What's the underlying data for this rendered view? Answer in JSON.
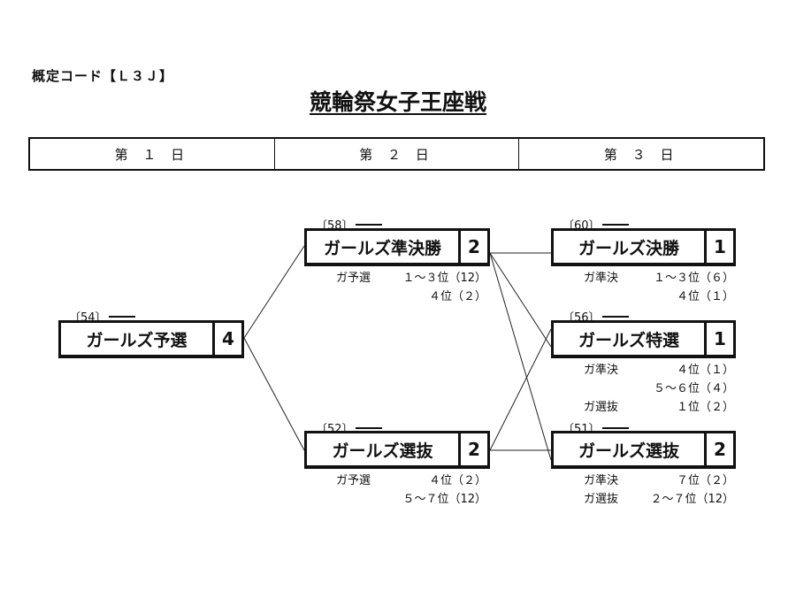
{
  "header": {
    "code": "概定コード【Ｌ３Ｊ】",
    "title": "競輪祭女子王座戦"
  },
  "days": [
    "第 １ 日",
    "第 ２ 日",
    "第 ３ 日"
  ],
  "races": {
    "r54": {
      "id": "〔54〕",
      "name": "ガールズ予選",
      "count": "4",
      "sources": []
    },
    "r58": {
      "id": "〔58〕",
      "name": "ガールズ準決勝",
      "count": "2",
      "sources": [
        {
          "from": "ガ予選",
          "place": "１～３位（12）"
        },
        {
          "from": "",
          "place": "４位（２）"
        }
      ]
    },
    "r52": {
      "id": "〔52〕",
      "name": "ガールズ選抜",
      "count": "2",
      "sources": [
        {
          "from": "ガ予選",
          "place": "４位（２）"
        },
        {
          "from": "",
          "place": "５～７位（12）"
        }
      ]
    },
    "r60": {
      "id": "〔60〕",
      "name": "ガールズ決勝",
      "count": "1",
      "sources": [
        {
          "from": "ガ準決",
          "place": "１～３位（６）"
        },
        {
          "from": "",
          "place": "４位（１）"
        }
      ]
    },
    "r56": {
      "id": "〔56〕",
      "name": "ガールズ特選",
      "count": "1",
      "sources": [
        {
          "from": "ガ準決",
          "place": "４位（１）"
        },
        {
          "from": "",
          "place": "５～６位（４）"
        },
        {
          "from": "ガ選抜",
          "place": "１位（２）"
        }
      ]
    },
    "r51": {
      "id": "〔51〕",
      "name": "ガールズ選抜",
      "count": "2",
      "sources": [
        {
          "from": "ガ準決",
          "place": "７位（２）"
        },
        {
          "from": "ガ選抜",
          "place": "２～７位（12）"
        }
      ]
    }
  }
}
